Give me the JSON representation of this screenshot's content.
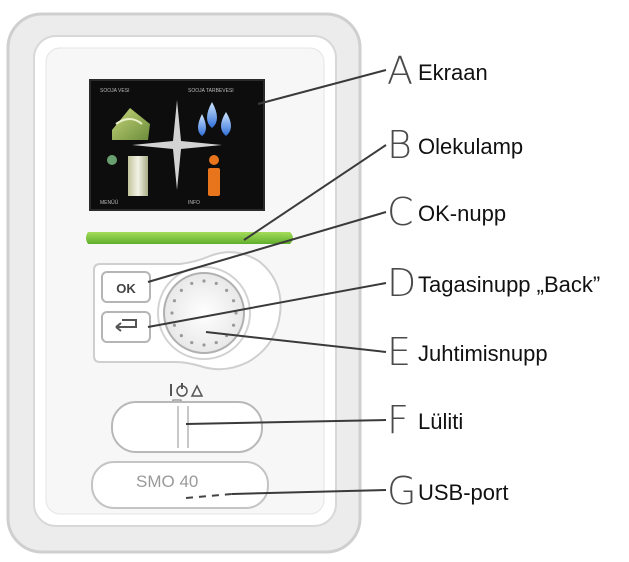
{
  "device": {
    "ok_button_label": "OK",
    "model_label": "SMO 40",
    "screen_quadrants": [
      {
        "label": "SOOJA VESI",
        "icon": "house-icon"
      },
      {
        "label": "SOOJA TARBEVESI",
        "icon": "water-drops-icon"
      },
      {
        "label": "INFO",
        "icon": "info-icon"
      },
      {
        "label": "MENÜÜ",
        "icon": "thermometer-icon"
      }
    ],
    "colors": {
      "status_lamp": "#7cc242",
      "frame": "#e6e6e6",
      "screen_bg": "#111111",
      "info_orange": "#e8741c"
    }
  },
  "callouts": [
    {
      "letter": "A",
      "label": "Ekraan"
    },
    {
      "letter": "B",
      "label": "Olekulamp"
    },
    {
      "letter": "C",
      "label": "OK-nupp"
    },
    {
      "letter": "D",
      "label": "Tagasinupp „Back”"
    },
    {
      "letter": "E",
      "label": "Juhtimisnupp"
    },
    {
      "letter": "F",
      "label": "Lüliti"
    },
    {
      "letter": "G",
      "label": "USB-port"
    }
  ]
}
